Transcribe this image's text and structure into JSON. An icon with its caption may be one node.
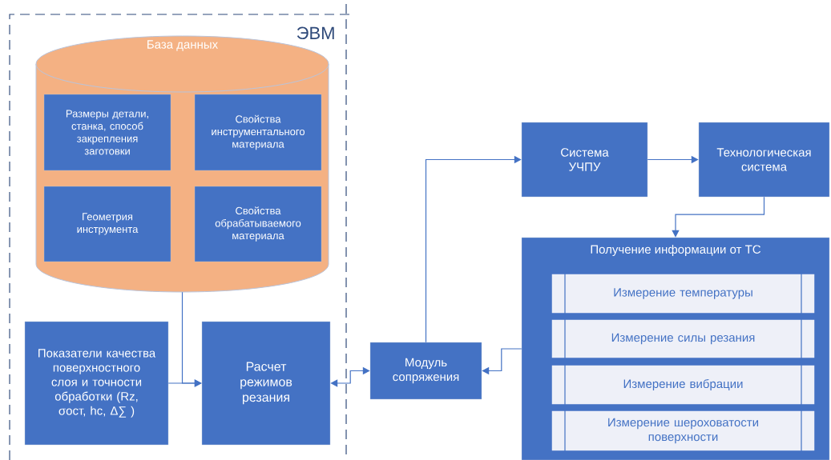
{
  "diagram": {
    "nodes": [
      {
        "text": [
          "ЭВМ"
        ]
      },
      {
        "text": [
          "База данных"
        ],
        "in": 0
      },
      {
        "text": [
          "Размеры детали, станка, способ закрепления заготовки"
        ],
        "in": 1
      },
      {
        "text": [
          "Свойства инструментального материала"
        ],
        "in": 1
      },
      {
        "text": [
          "Геометрия инструмента"
        ],
        "in": 1
      },
      {
        "text": [
          "Свойства обрабатываемого материала"
        ],
        "in": 1
      },
      {
        "text": [
          "Показатели качества поверхностного слоя и точности обработки (Rz, σост, hc, Δ∑ )"
        ],
        "in": 0
      },
      {
        "text": [
          "Расчет режимов резания"
        ],
        "in": 0
      },
      {
        "text": [
          "Модуль сопряжения"
        ]
      },
      {
        "text": [
          "Система УЧПУ"
        ]
      },
      {
        "text": [
          "Технологическая система"
        ]
      },
      {
        "text": [
          "Получение информации от ТС"
        ]
      },
      {
        "text": [
          "Измерение температуры"
        ],
        "in": 11
      },
      {
        "text": [
          "Измерение силы резания"
        ],
        "in": 11
      },
      {
        "text": [
          "Измерение вибрации"
        ],
        "in": 11
      },
      {
        "text": [
          "Измерение шероховатости поверхности"
        ],
        "in": 11
      }
    ],
    "edges": [
      {
        "from": 1,
        "to": 7,
        "arrow": "to"
      },
      {
        "from": 6,
        "to": 7,
        "arrow": "to"
      },
      {
        "from": 7,
        "to": 8,
        "arrow": "both"
      },
      {
        "from": 8,
        "to": 9,
        "arrow": "to"
      },
      {
        "from": 9,
        "to": 10,
        "arrow": "to"
      },
      {
        "from": 10,
        "to": 11,
        "arrow": "to"
      },
      {
        "from": 11,
        "to": 8,
        "arrow": "to"
      }
    ]
  }
}
